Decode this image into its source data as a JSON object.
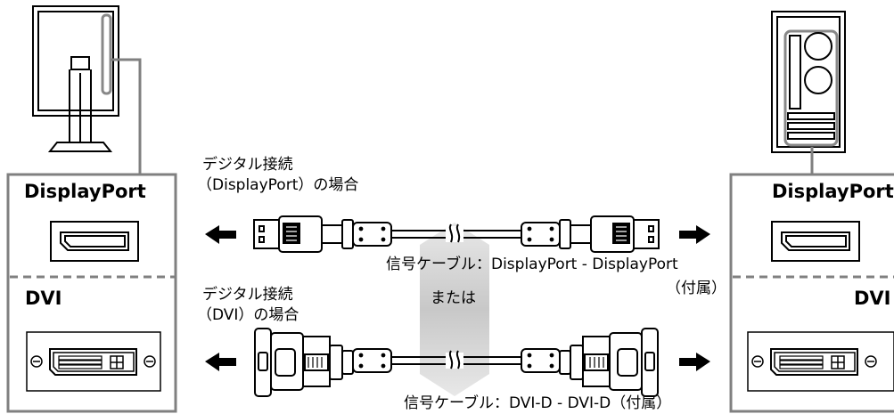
{
  "left_panel": {
    "displayport_label": "DisplayPort",
    "dvi_label": "DVI"
  },
  "right_panel": {
    "displayport_label": "DisplayPort",
    "dvi_label": "DVI"
  },
  "connection_dp": {
    "line1": "デジタル接続",
    "line2": "（DisplayPort）の場合",
    "cable": "信号ケーブル：DisplayPort - DisplayPort",
    "included": "（付属）"
  },
  "connection_dvi": {
    "line1": "デジタル接続",
    "line2": "（DVI）の場合",
    "cable": "信号ケーブル：DVI-D - DVI-D（付属）"
  },
  "or_text": "または",
  "colors": {
    "stroke": "#000000",
    "panel_border": "#808080",
    "band": "#d4d4d4"
  },
  "icons": [
    "monitor-rear",
    "pc-tower",
    "displayport-port",
    "dvi-port",
    "arrow-left",
    "arrow-right",
    "displayport-cable",
    "dvi-cable"
  ]
}
